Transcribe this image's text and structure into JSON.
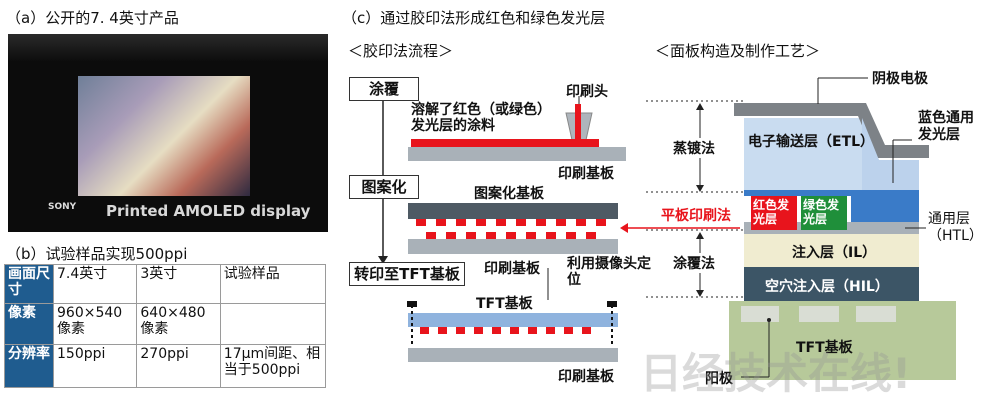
{
  "panel_a": {
    "title": "（a）公开的7. 4英寸产品",
    "photo_caption": "Printed AMOLED display",
    "photo_brand": "SONY"
  },
  "panel_b": {
    "title": "（b）试验样品实现500ppi",
    "rows": [
      {
        "header": "画面尺寸",
        "c1": "7.4英寸",
        "c2": "3英寸",
        "c3": "试验样品"
      },
      {
        "header": "像素",
        "c1": "960×540像素",
        "c2": "640×480像素",
        "c3": ""
      },
      {
        "header": "分辨率",
        "c1": "150ppi",
        "c2": "270ppi",
        "c3": "17μm间距、相当于500ppi"
      }
    ]
  },
  "panel_c": {
    "title": "（c）通过胶印法形成红色和绿色发光层",
    "flow_title": "＜胶印法流程＞",
    "structure_title": "＜面板构造及制作工艺＞",
    "steps": {
      "coat": "涂覆",
      "pattern": "图案化",
      "transfer": "转印至TFT基板"
    },
    "labels": {
      "print_head": "印刷头",
      "ink_desc": "溶解了红色（或绿色）发光层的涂料",
      "print_substrate_1": "印刷基板",
      "pattern_substrate": "图案化基板",
      "print_substrate_2": "印刷基板",
      "camera": "利用摄像头定位",
      "tft_substrate": "TFT基板",
      "print_substrate_3": "印刷基板",
      "flat_print": "平板印刷法"
    },
    "structure": {
      "cathode": "阴极电极",
      "blue": "蓝色通用发光层",
      "evaporation": "蒸镀法",
      "etl": "电子输送层（ETL）",
      "red": "红色发光层",
      "green": "绿色发光层",
      "common": "通用层（HTL）",
      "coating": "涂覆法",
      "il": "注入层（IL）",
      "hil": "空穴注入层（HIL）",
      "tft": "TFT基板",
      "anode": "阳极"
    },
    "watermark": "日经技术在线!"
  },
  "colors": {
    "red": "#e8141c",
    "green": "#1f8f3a",
    "tft_blue": "#8fb3de",
    "substrate_gray": "#a9b1b8",
    "pattern_dark": "#4e5a64",
    "hil": "#3c5566",
    "il": "#f0ecd0",
    "etl": "#c9dcf0",
    "tft_green": "#b7c99a",
    "header_blue": "#1f5c8f"
  }
}
